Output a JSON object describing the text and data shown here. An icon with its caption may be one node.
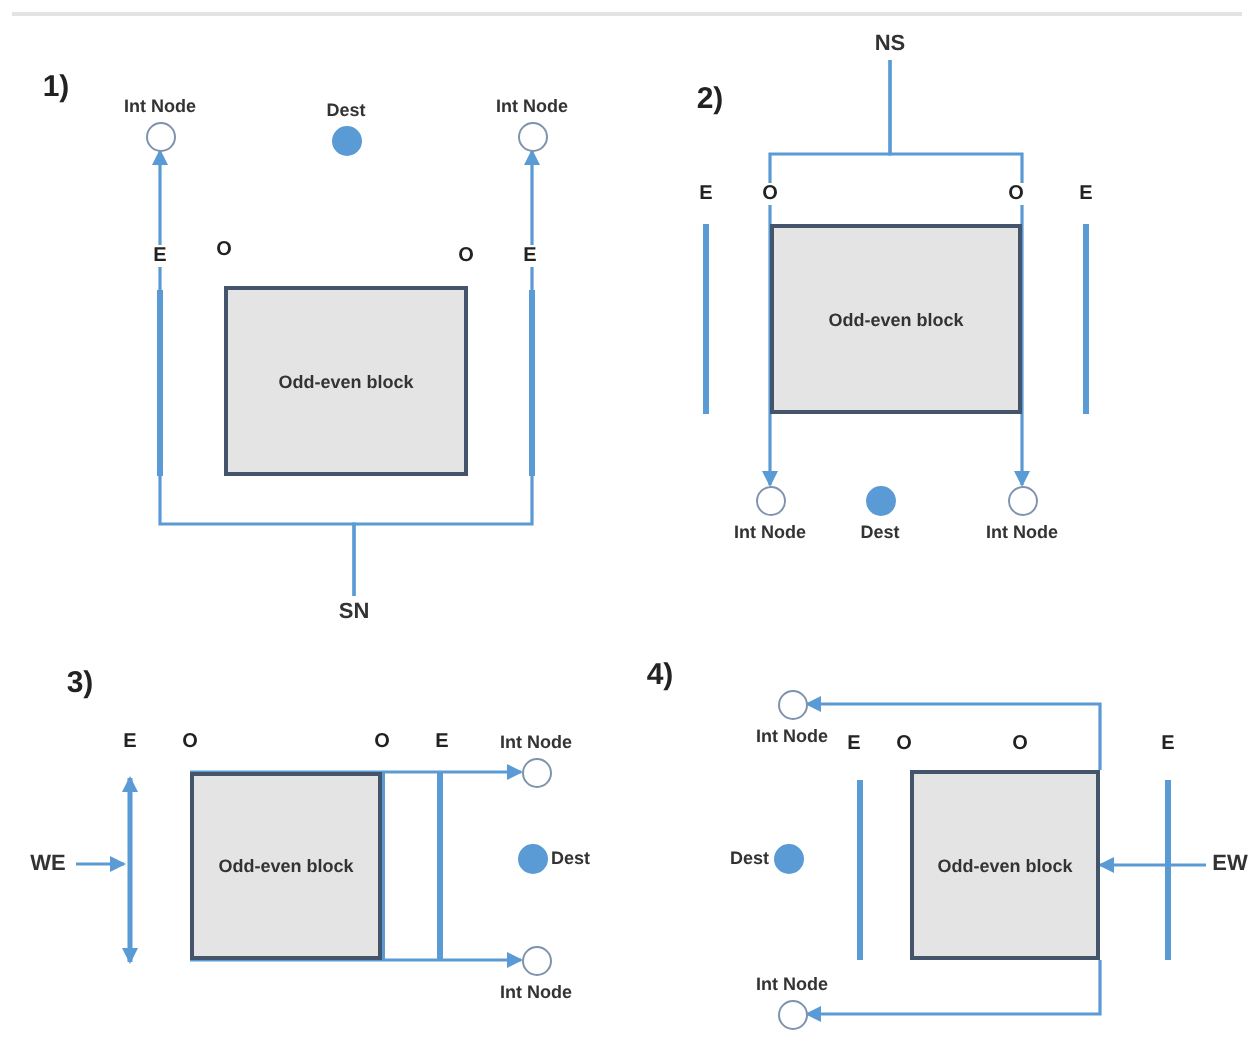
{
  "diagram": {
    "nodes": [
      {
        "text": [
          "Int Node"
        ]
      },
      {
        "text": [
          "Dest"
        ]
      },
      {
        "text": [
          "Int Node"
        ]
      },
      {
        "text": [
          "Odd-even block"
        ]
      },
      {
        "text": [
          "SN"
        ]
      },
      {
        "text": [
          "NS"
        ]
      },
      {
        "text": [
          "Odd-even block"
        ]
      },
      {
        "text": [
          "Int Node"
        ]
      },
      {
        "text": [
          "Dest"
        ]
      },
      {
        "text": [
          "Int Node"
        ]
      },
      {
        "text": [
          "Odd-even block"
        ]
      },
      {
        "text": [
          "Int Node"
        ]
      },
      {
        "text": [
          "Dest"
        ]
      },
      {
        "text": [
          "WE"
        ]
      },
      {
        "text": [
          "Int Node"
        ]
      },
      {
        "text": [
          "Int Node"
        ]
      },
      {
        "text": [
          "Odd-even block"
        ]
      },
      {
        "text": [
          "EW"
        ]
      },
      {
        "text": [
          "Dest"
        ]
      },
      {
        "text": [
          "Int Node"
        ]
      }
    ],
    "edges": [
      {
        "from": 4,
        "to": 0,
        "arrow": "to"
      },
      {
        "from": 4,
        "to": 2,
        "arrow": "to"
      },
      {
        "from": 5,
        "to": 7,
        "arrow": "to"
      },
      {
        "from": 5,
        "to": 9,
        "arrow": "to"
      },
      {
        "from": 13,
        "to": null,
        "arrow": "to"
      },
      {
        "from": 10,
        "to": 11,
        "arrow": "to"
      },
      {
        "from": 10,
        "to": 14,
        "arrow": "to"
      },
      {
        "from": 17,
        "to": 16,
        "arrow": "to"
      },
      {
        "from": 16,
        "to": 15,
        "arrow": "to"
      },
      {
        "from": 16,
        "to": 19,
        "arrow": "to"
      }
    ],
    "labels": [
      "1)",
      "E",
      "O",
      "O",
      "E",
      "2)",
      "E",
      "O",
      "O",
      "E",
      "3)",
      "E",
      "O",
      "O",
      "E",
      "4)",
      "E",
      "O",
      "O",
      "E"
    ]
  }
}
